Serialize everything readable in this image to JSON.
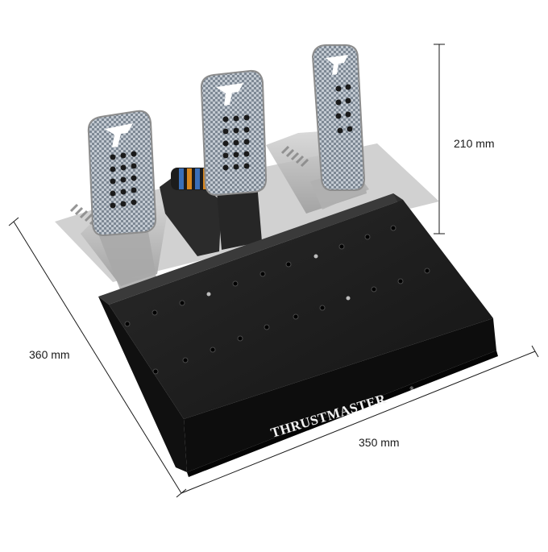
{
  "dimensions": {
    "height": "210 mm",
    "depth": "360 mm",
    "width": "350 mm"
  },
  "brand": {
    "name": "THRUSTMASTER",
    "registered_mark": "®"
  },
  "colors": {
    "background": "#ffffff",
    "base_plate": "#1e1e1e",
    "pedal_face": "#9aa3ad",
    "dimension_line": "#1a1a1a"
  }
}
